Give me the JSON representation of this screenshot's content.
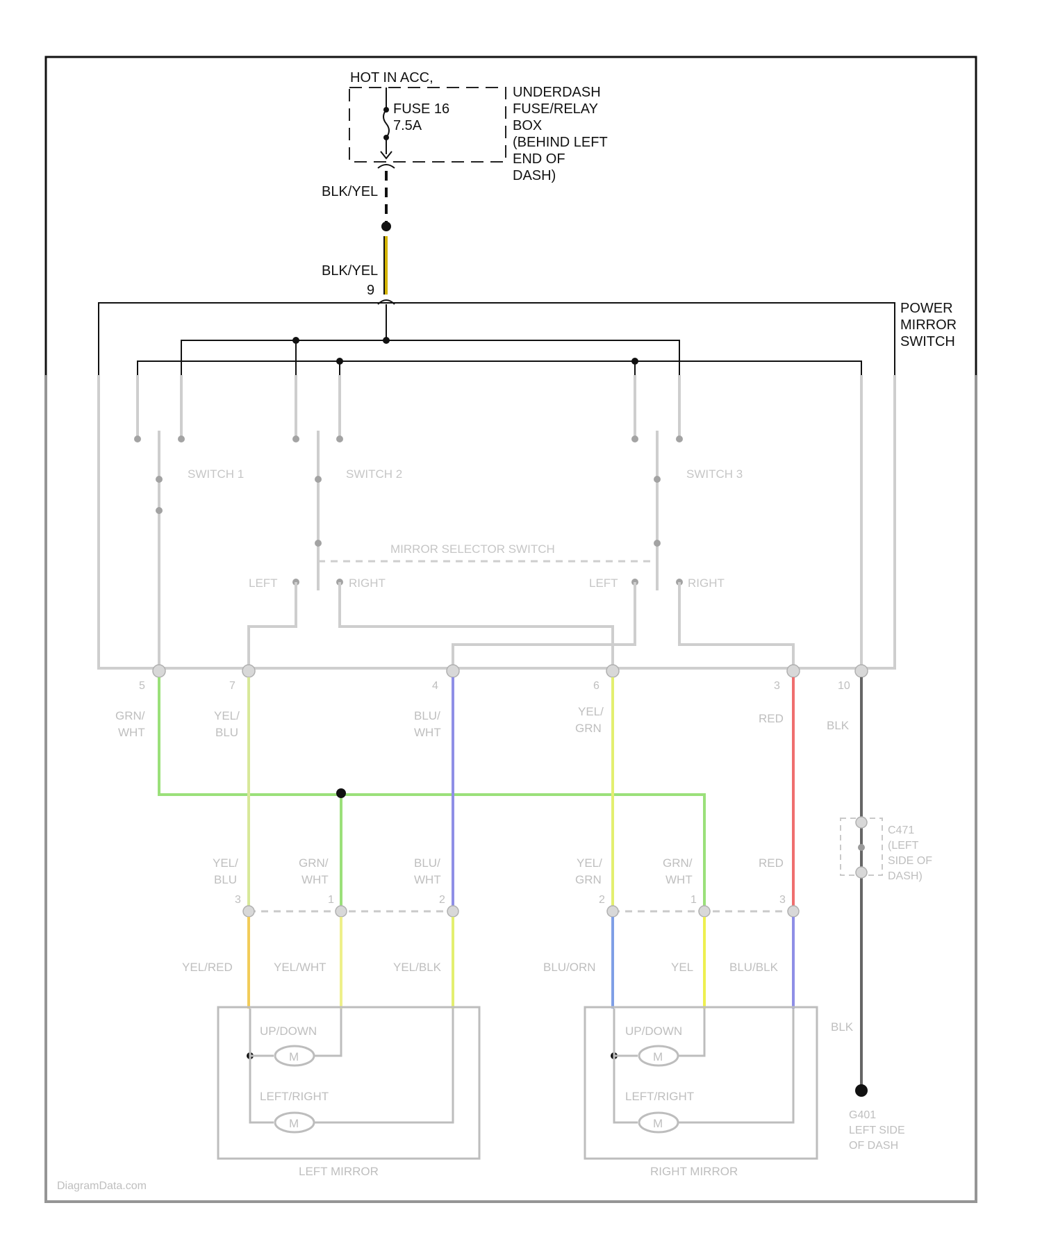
{
  "fuse_box": {
    "hot_label": "HOT IN ACC,",
    "fuse_label": "FUSE 16",
    "fuse_rating": "7.5A",
    "box_lines": [
      "UNDERDASH",
      "FUSE/RELAY",
      "BOX",
      "(BEHIND LEFT",
      "END OF",
      "DASH)"
    ]
  },
  "wires": {
    "top_wire_color": "BLK/YEL",
    "lower_wire_color": "BLK/YEL",
    "pin_9": "9"
  },
  "power_mirror_switch": {
    "label_lines": [
      "POWER",
      "MIRROR",
      "SWITCH"
    ],
    "switch_1": "SWITCH 1",
    "switch_2": "SWITCH 2",
    "switch_3": "SWITCH 3",
    "selector": "MIRROR SELECTOR SWITCH",
    "left_a": "LEFT",
    "right_a": "RIGHT",
    "left_b": "LEFT",
    "right_b": "RIGHT"
  },
  "pins": [
    "5",
    "7",
    "4",
    "6",
    "3",
    "10"
  ],
  "wire_colors_upper": [
    {
      "top": "GRN/",
      "bottom": "WHT",
      "color": "#9be07a"
    },
    {
      "top": "YEL/",
      "bottom": "BLU",
      "color": "#d8e89a"
    },
    {
      "top": "BLU/",
      "bottom": "WHT",
      "color": "#8f8fe6"
    },
    {
      "top": "YEL/",
      "bottom": "GRN",
      "color": "#e3ef70"
    },
    {
      "top": "RED",
      "bottom": "",
      "color": "#ef6f6f"
    },
    {
      "top": "BLK",
      "bottom": "",
      "color": "#555555"
    }
  ],
  "wire_colors_mid": [
    {
      "top": "YEL/",
      "bottom": "BLU"
    },
    {
      "top": "GRN/",
      "bottom": "WHT"
    },
    {
      "top": "BLU/",
      "bottom": "WHT"
    },
    {
      "top": "YEL/",
      "bottom": "GRN"
    },
    {
      "top": "GRN/",
      "bottom": "WHT"
    },
    {
      "top": "RED",
      "bottom": ""
    }
  ],
  "connector_pins": [
    "3",
    "1",
    "2",
    "2",
    "1",
    "3"
  ],
  "wire_colors_lower": [
    "YEL/RED",
    "YEL/WHT",
    "YEL/BLK",
    "BLU/ORN",
    "YEL",
    "BLU/BLK"
  ],
  "ground_connector": {
    "lines": [
      "C471",
      "(LEFT",
      "SIDE OF",
      "DASH)"
    ]
  },
  "ground": {
    "wire": "BLK",
    "wire_upper": "BLK",
    "lines": [
      "G401",
      "LEFT SIDE",
      "OF DASH"
    ]
  },
  "left_mirror": {
    "label": "LEFT MIRROR",
    "updown": "UP/DOWN",
    "leftright": "LEFT/RIGHT",
    "motor": "M"
  },
  "right_mirror": {
    "label": "RIGHT MIRROR",
    "updown": "UP/DOWN",
    "leftright": "LEFT/RIGHT",
    "motor": "M"
  },
  "watermark": "DiagramData.com"
}
